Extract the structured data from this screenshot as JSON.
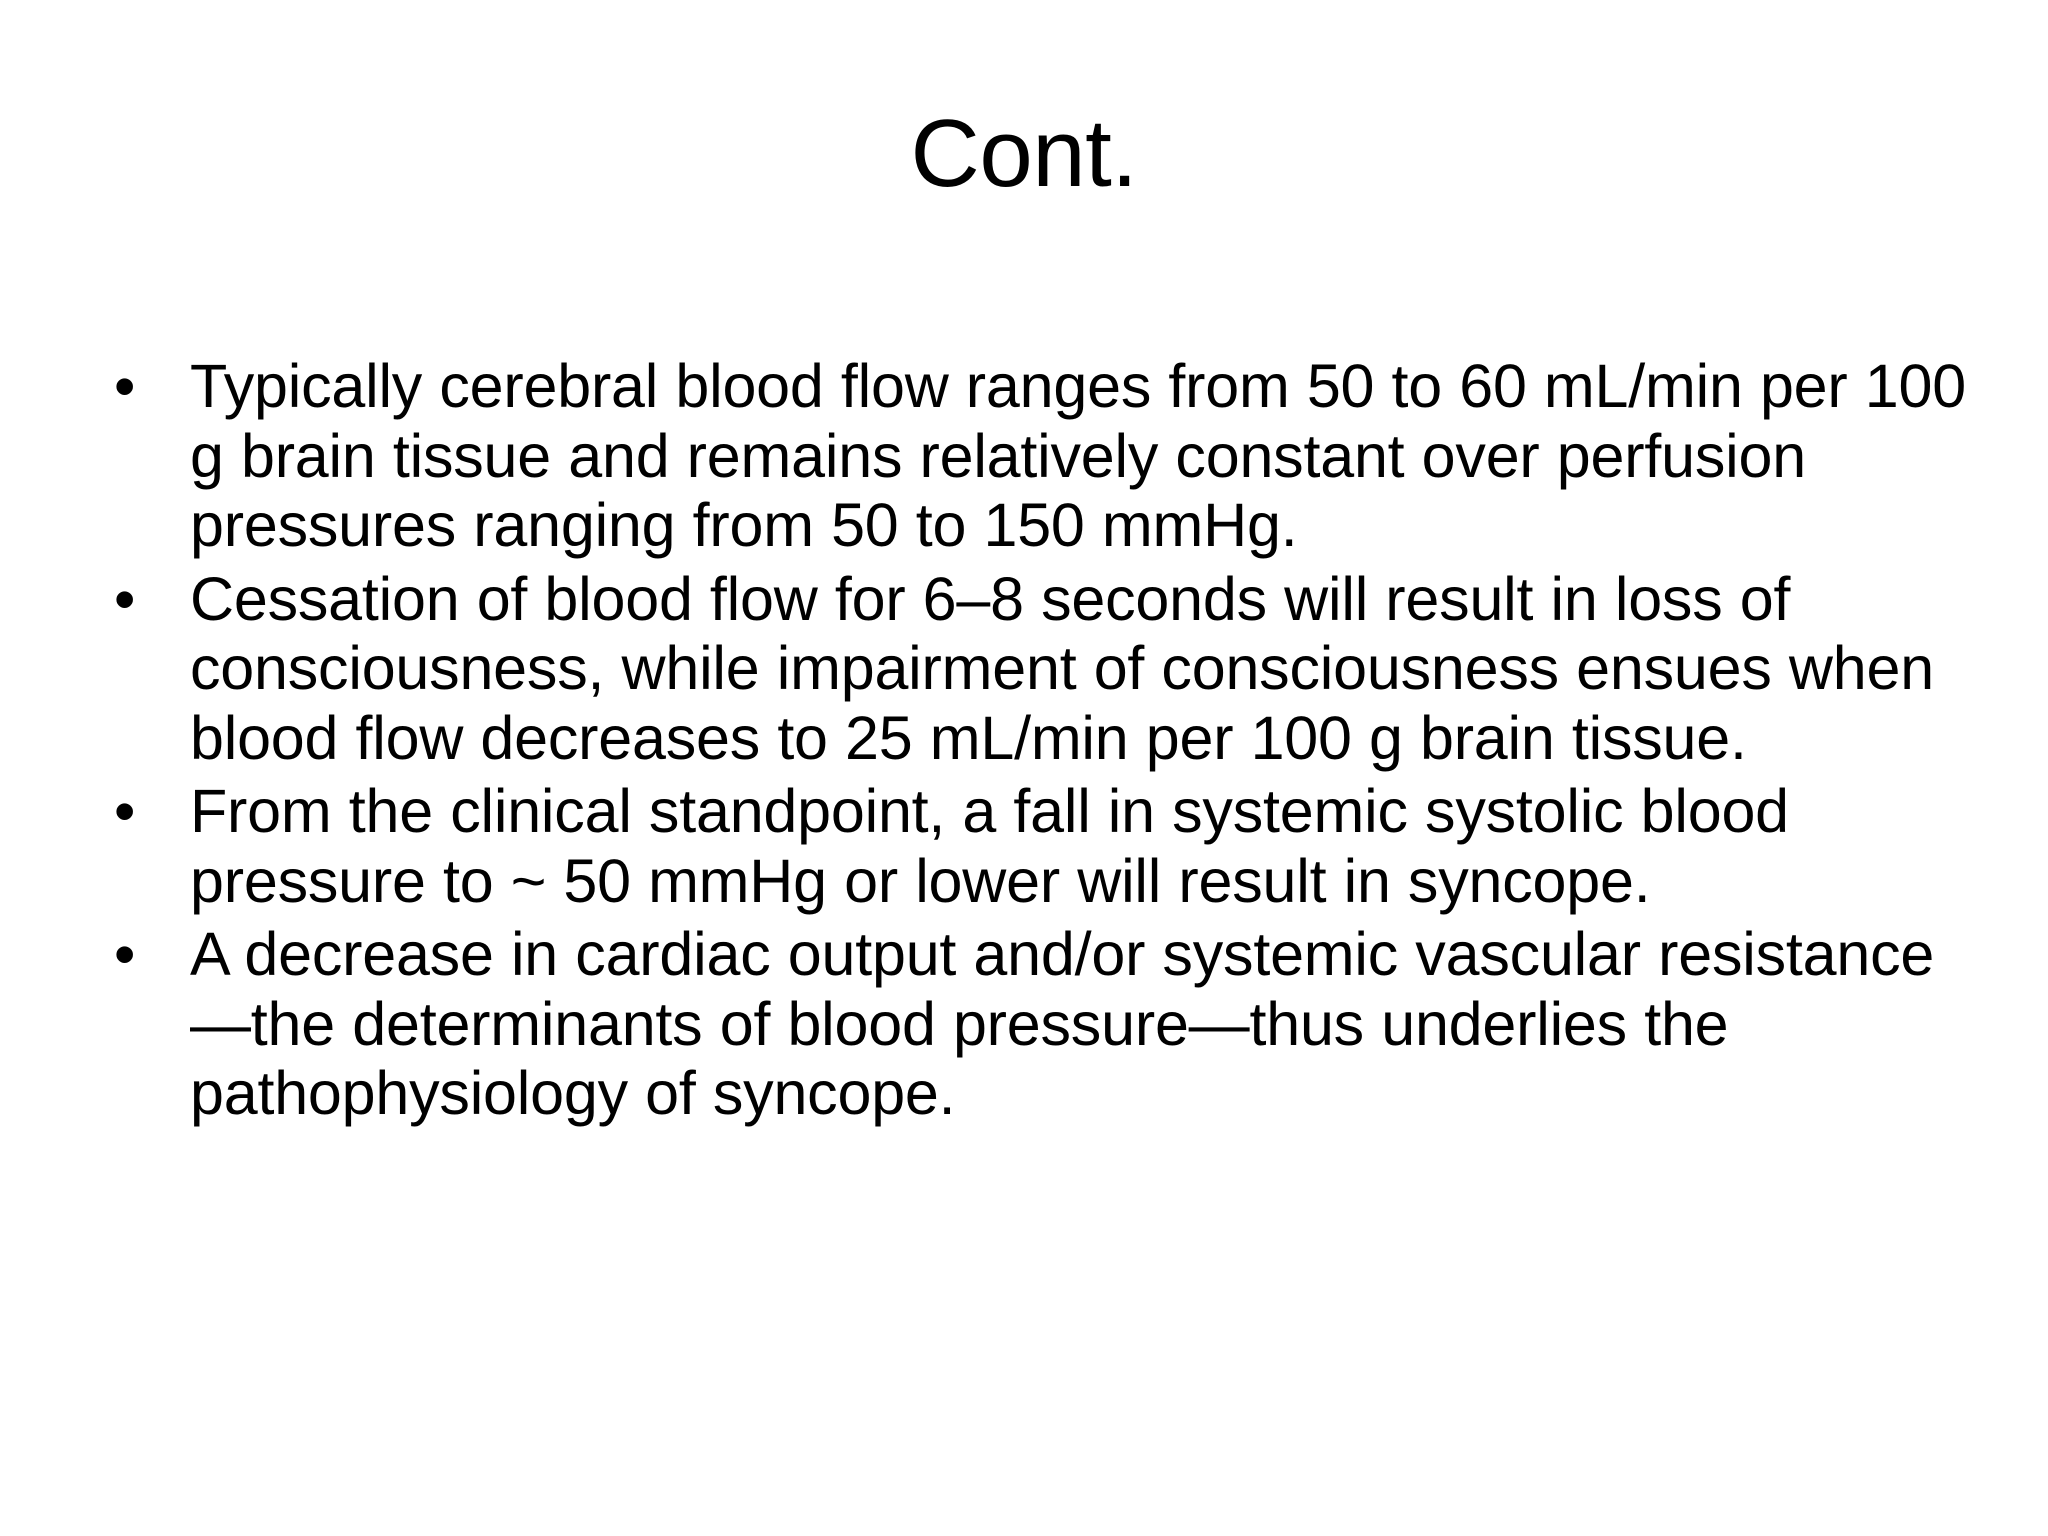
{
  "slide": {
    "title": "Cont.",
    "background_color": "#ffffff",
    "text_color": "#000000",
    "bullet_glyph": "•",
    "bullets": [
      {
        "marker": "•",
        "text": "Typically cerebral blood flow ranges from 50 to 60 mL/min per 100 g brain tissue and remains relatively constant over perfusion pressures ranging from 50 to 150 mmHg."
      },
      {
        "marker": "•",
        "text": " Cessation of blood flow for 6–8 seconds will result in loss of consciousness, while impairment of consciousness ensues when blood flow decreases to 25 mL/min per 100 g brain tissue."
      },
      {
        "marker": "•",
        "text": "From the clinical standpoint, a fall in systemic systolic blood pressure to ~ 50 mmHg or lower will result in syncope."
      },
      {
        "marker": "•",
        "text": " A decrease in cardiac output and/or systemic vascular resistance—the determinants of blood pressure—thus underlies the pathophysiology of syncope."
      }
    ]
  }
}
